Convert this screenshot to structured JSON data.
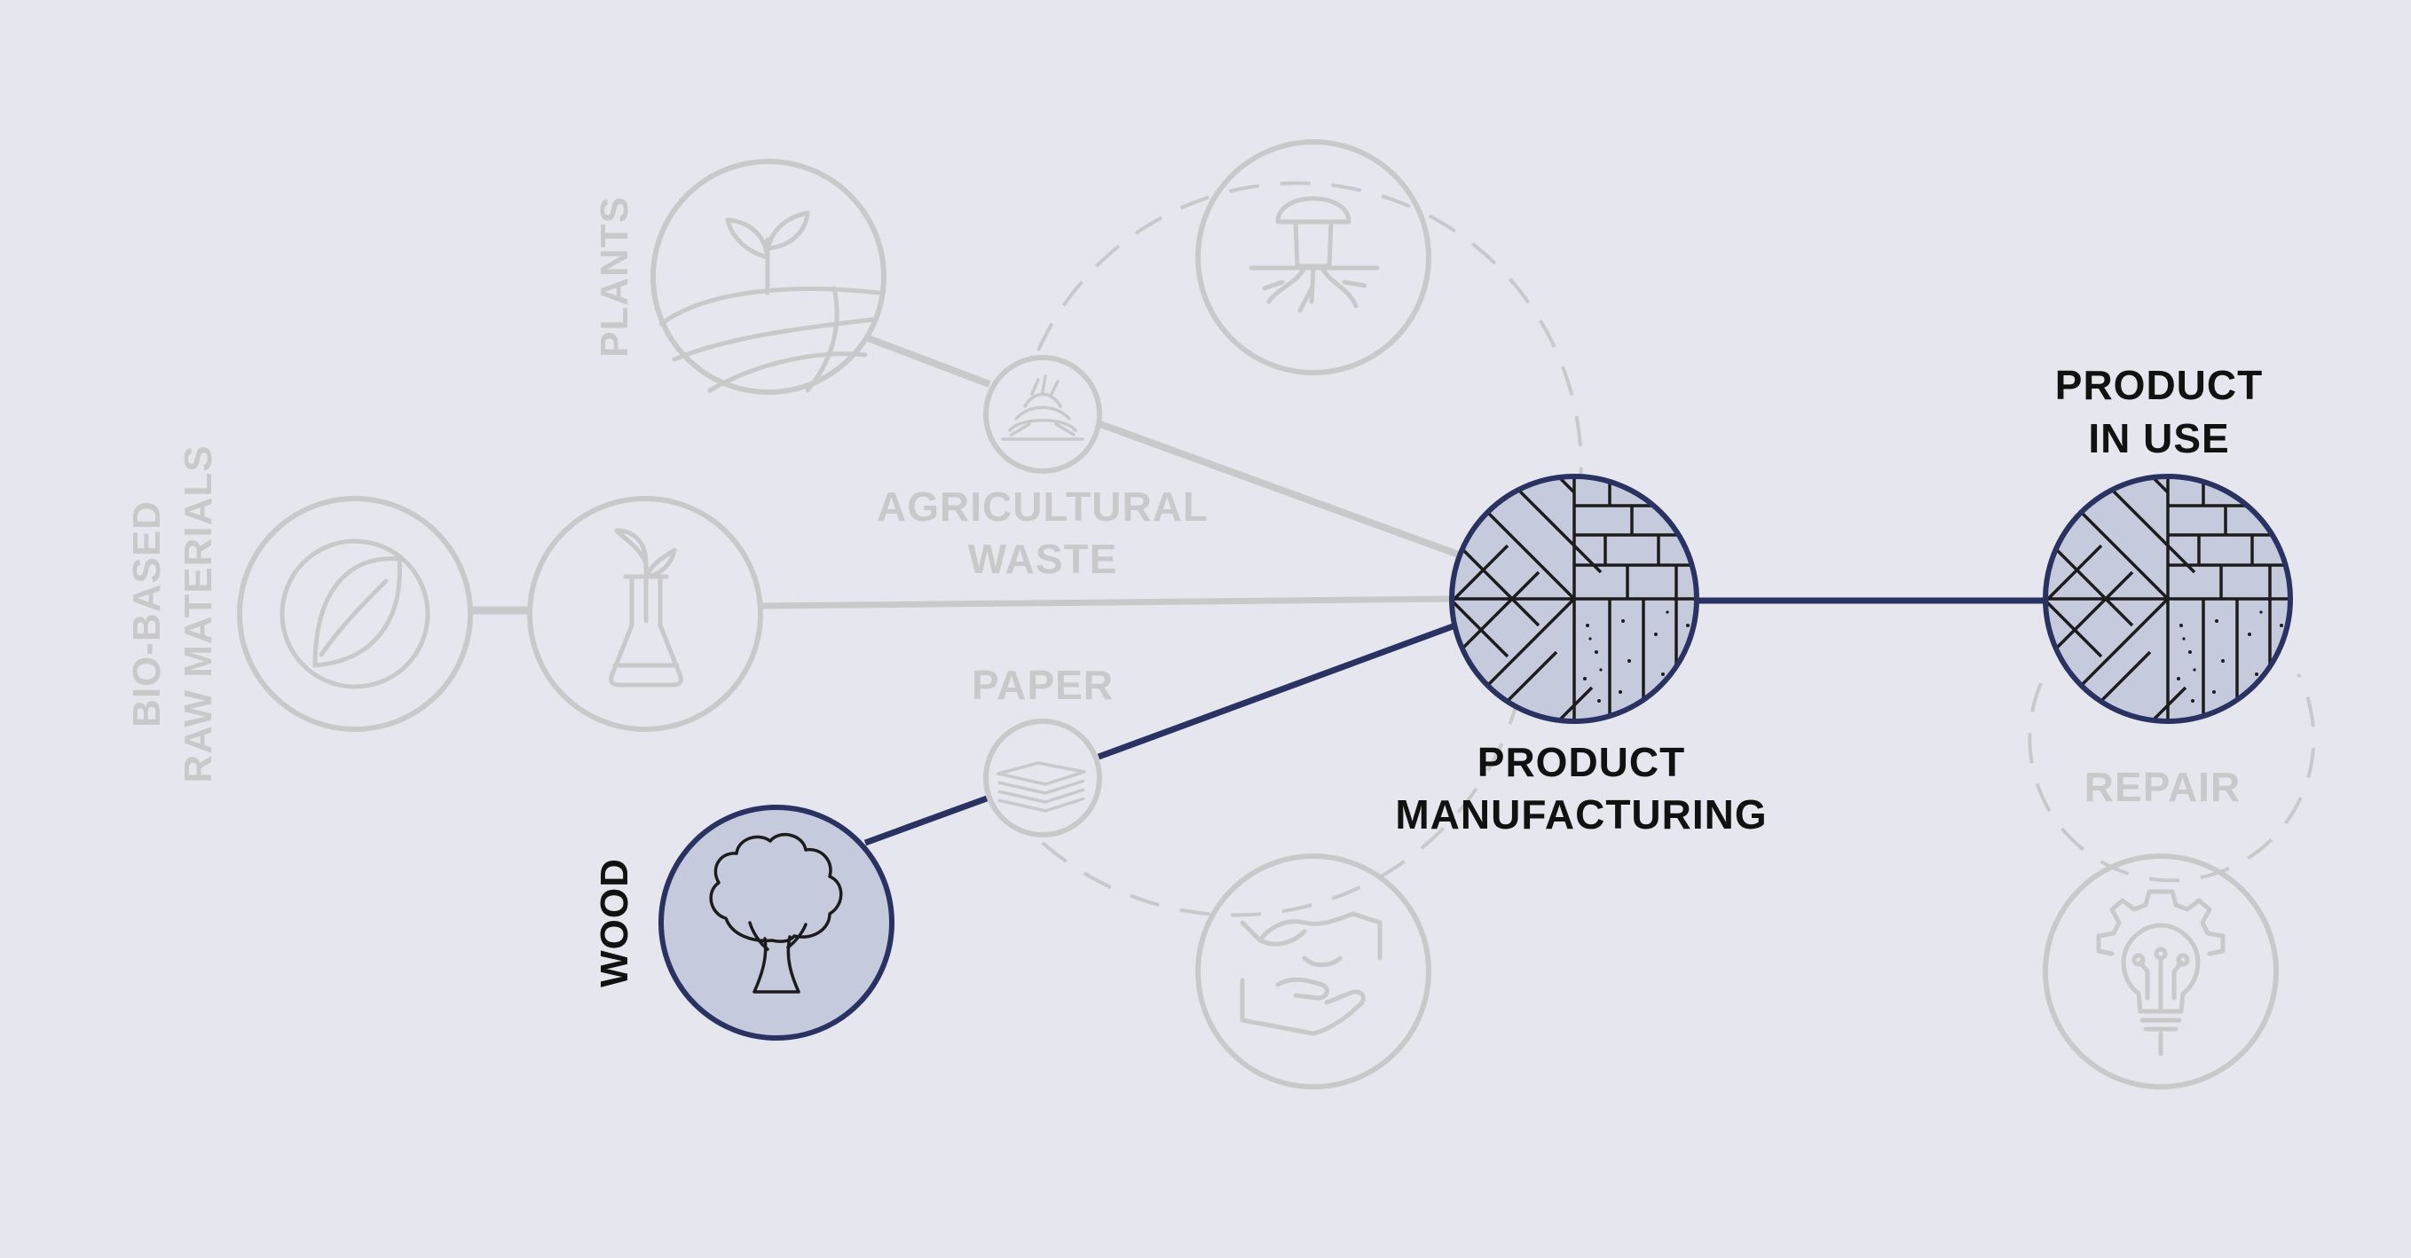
{
  "labels": {
    "bio_based_line1": "BIO-BASED",
    "bio_based_line2": "RAW MATERIALS",
    "plants": "PLANTS",
    "agricultural_line1": "AGRICULTURAL",
    "agricultural_line2": "WASTE",
    "paper": "PAPER",
    "wood": "WOOD",
    "manufacturing_line1": "PRODUCT",
    "manufacturing_line2": "MANUFACTURING",
    "in_use_line1": "PRODUCT",
    "in_use_line2": "IN USE",
    "repair": "REPAIR"
  },
  "icons": {
    "bio_based": "leaf-icon",
    "lab": "flask-sprout-icon",
    "plants": "sprout-field-icon",
    "agricultural_waste": "straw-pile-icon",
    "fungi": "mushroom-roots-icon",
    "paper": "paper-stack-icon",
    "wood": "tree-icon",
    "manufacturing": "material-pattern-icon",
    "in_use": "material-pattern-icon",
    "recycle": "hands-icon",
    "innovation": "lightbulb-gear-icon"
  },
  "colors": {
    "background": "#e6e7ee",
    "muted": "#c9c9cb",
    "active_line": "#2a3262",
    "active_fill": "#c5cadd",
    "label_dark": "#111111"
  }
}
